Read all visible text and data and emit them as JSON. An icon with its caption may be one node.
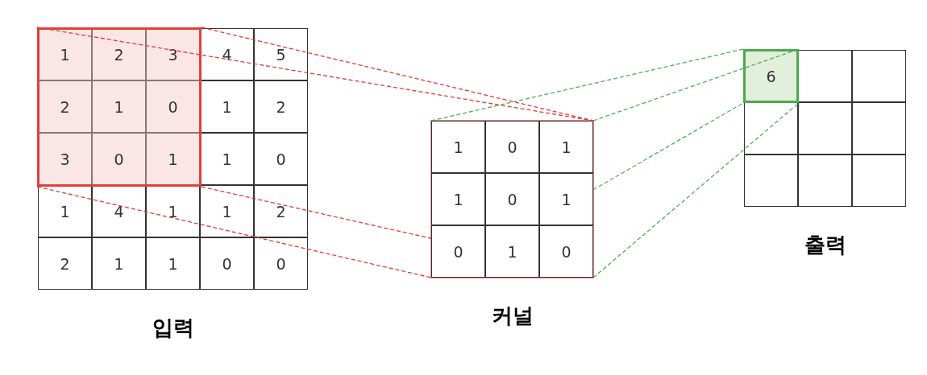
{
  "diagram": {
    "nodes": [
      {
        "text": [],
        "shape": "box",
        "beside": [
          "입력"
        ]
      },
      {
        "text": [],
        "shape": "box",
        "in": 0
      },
      {
        "text": [],
        "shape": "box",
        "beside": [
          "커널"
        ]
      },
      {
        "text": [],
        "shape": "box",
        "beside": [
          "출력"
        ]
      },
      {
        "text": [
          "6"
        ],
        "in": 3
      }
    ],
    "edges": [
      {
        "from": 1,
        "to": 2,
        "arrow": "none",
        "style": "dashed",
        "color": "#e53935"
      },
      {
        "from": 1,
        "to": 2,
        "arrow": "none",
        "style": "dashed",
        "color": "#e53935"
      },
      {
        "from": 1,
        "to": 2,
        "arrow": "none",
        "style": "dashed",
        "color": "#e53935"
      },
      {
        "from": 1,
        "to": 2,
        "arrow": "none",
        "style": "dashed",
        "color": "#e53935"
      },
      {
        "from": 2,
        "to": 4,
        "arrow": "none",
        "style": "dashed",
        "color": "#4caf50"
      },
      {
        "from": 2,
        "to": 4,
        "arrow": "none",
        "style": "dashed",
        "color": "#4caf50"
      },
      {
        "from": 2,
        "to": 4,
        "arrow": "none",
        "style": "dashed",
        "color": "#4caf50"
      },
      {
        "from": 2,
        "to": 4,
        "arrow": "none",
        "style": "dashed",
        "color": "#4caf50"
      }
    ],
    "labels": [
      "1",
      "2",
      "3",
      "4",
      "5",
      "2",
      "1",
      "0",
      "1",
      "2",
      "3",
      "0",
      "1",
      "1",
      "0",
      "1",
      "4",
      "1",
      "1",
      "2",
      "2",
      "1",
      "1",
      "0",
      "0",
      "1",
      "0",
      "1",
      "1",
      "0",
      "1",
      "0",
      "1",
      "0"
    ]
  }
}
